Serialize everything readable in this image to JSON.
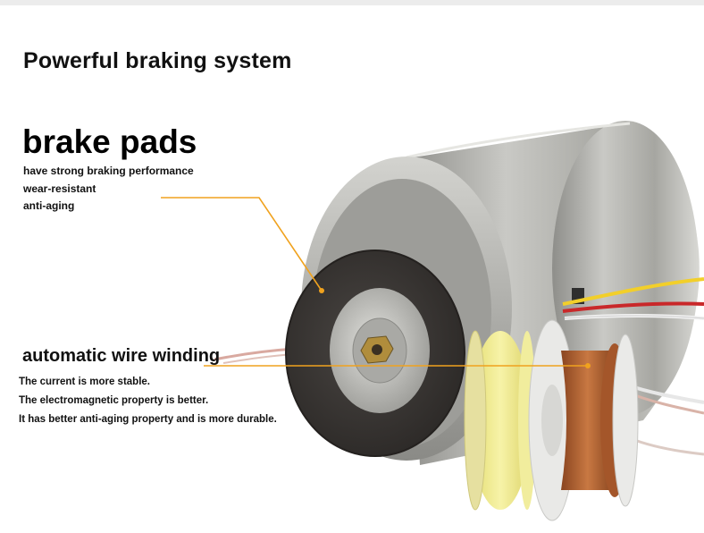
{
  "title": "Powerful braking system",
  "brake_pads": {
    "heading": "brake pads",
    "features": [
      "have strong braking performance",
      "wear-resistant",
      "anti-aging"
    ]
  },
  "wire_winding": {
    "heading": "automatic wire winding",
    "features": [
      "The current is more stable.",
      "The electromagnetic property is better.",
      "It has better anti-aging property and is more durable."
    ]
  },
  "colors": {
    "callout_line": "#f0a21e",
    "brake_pad": "#3a3634",
    "motor_body": "#a9a9a4",
    "copper_wire": "#b8652e",
    "yellow_tape": "#efe98c"
  }
}
